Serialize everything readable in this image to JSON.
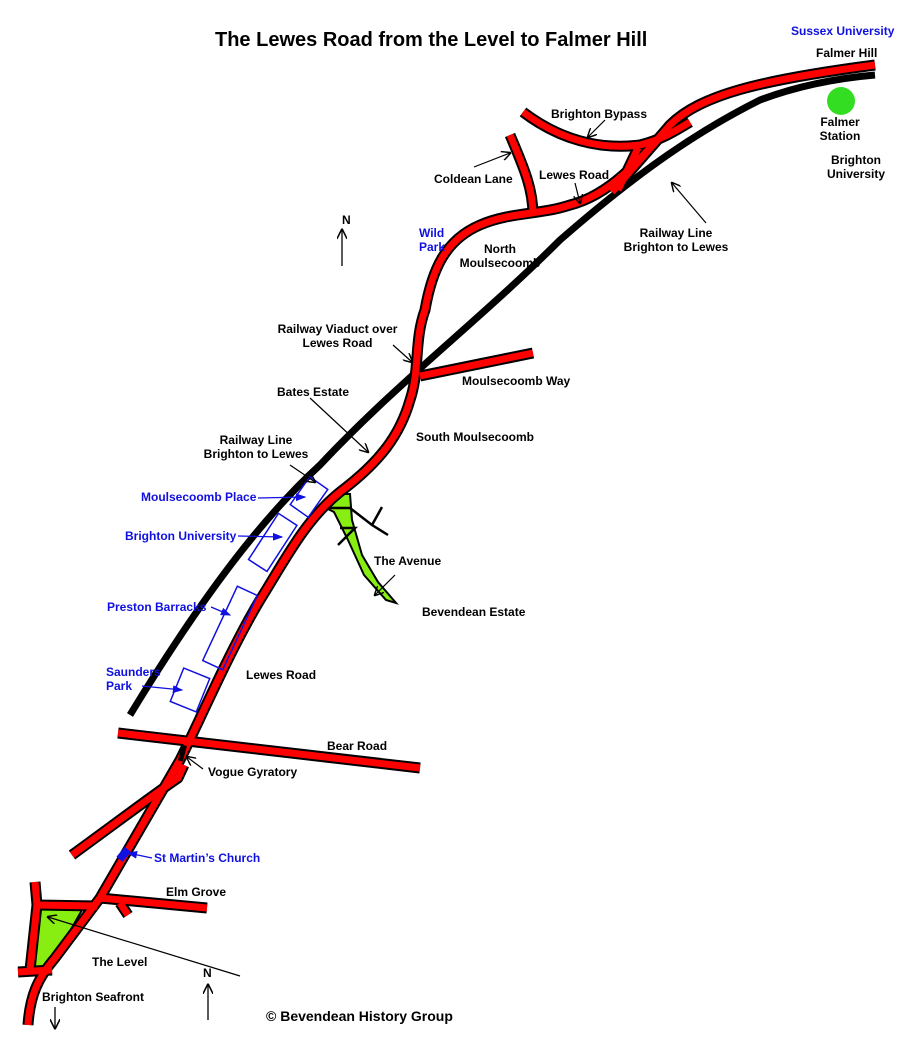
{
  "title": "The Lewes Road from the Level to Falmer Hill",
  "copyright": "© Bevendean History Group",
  "north": "N",
  "labels": {
    "sussex_university": "Sussex University",
    "falmer_hill": "Falmer Hill",
    "falmer_station": "Falmer Station",
    "brighton_university_top": "Brighton University",
    "brighton_bypass": "Brighton Bypass",
    "coldean_lane": "Coldean Lane",
    "lewes_road_top": "Lewes Road",
    "railway_top": "Railway Line Brighton to Lewes",
    "wild_park": "Wild Park",
    "north_moulsecoomb": "North Moulsecoomb",
    "viaduct": "Railway Viaduct over Lewes Road",
    "moulsecoomb_way": "Moulsecoomb Way",
    "bates_estate": "Bates Estate",
    "south_moulsecoomb": "South Moulsecoomb",
    "railway_mid": "Railway Line Brighton to Lewes",
    "moulsecoomb_place": "Moulsecoomb Place",
    "brighton_university_mid": "Brighton University",
    "the_avenue": "The Avenue",
    "bevendean_estate": "Bevendean Estate",
    "preston_barracks": "Preston Barracks",
    "saunders_park": "Saunders Park",
    "lewes_road_mid": "Lewes Road",
    "bear_road": "Bear Road",
    "vogue_gyratory": "Vogue Gyratory",
    "st_martins": "St Martin’s Church",
    "elm_grove": "Elm Grove",
    "the_level": "The Level",
    "brighton_seafront": "Brighton Seafront"
  },
  "colors": {
    "road": "#ff0000",
    "outline": "#000000",
    "park": "#88ee11",
    "station": "#33dd22",
    "landmark": "#1010e0"
  }
}
